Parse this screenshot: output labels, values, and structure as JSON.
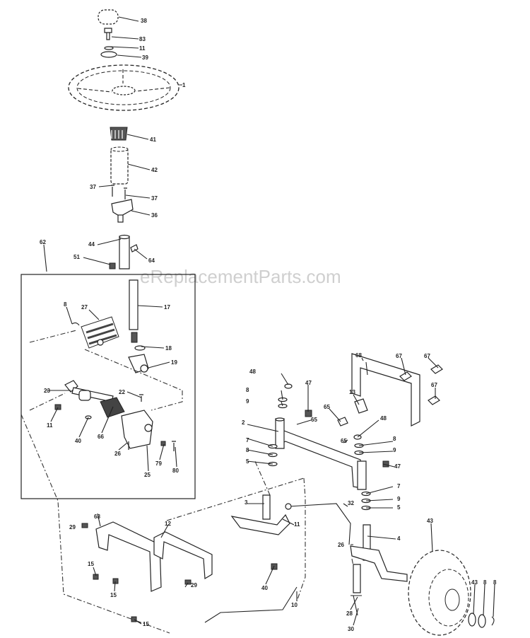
{
  "watermark": "eReplacementParts.com",
  "callouts": {
    "c38a": "38",
    "c83": "83",
    "c11a": "11",
    "c39": "39",
    "c1": "1",
    "c41": "41",
    "c42": "42",
    "c37a": "37",
    "c37b": "37",
    "c36": "36",
    "c62": "62",
    "c44": "44",
    "c51": "51",
    "c64": "64",
    "c17": "17",
    "c8a": "8",
    "c27": "27",
    "c18": "18",
    "c19": "19",
    "c23": "23",
    "c22": "22",
    "c11b": "11",
    "c40a": "40",
    "c66": "66",
    "c26": "26",
    "c79": "79",
    "c80": "80",
    "c25": "25",
    "c68": "68",
    "c67a": "67",
    "c67b": "67",
    "c67c": "67",
    "c48a": "48",
    "c8b": "8",
    "c9a": "9",
    "c47a": "47",
    "c13": "13",
    "c65a": "65",
    "c65b": "65",
    "c2": "2",
    "c48b": "48",
    "c8c": "8",
    "c7a": "7",
    "c8d": "8",
    "c5a": "5",
    "c65c": "65",
    "c9b": "9",
    "c47b": "47",
    "c7b": "7",
    "c9c": "9",
    "c5b": "5",
    "c32": "32",
    "c3": "3",
    "c11c": "11",
    "c4": "4",
    "c29a": "29",
    "c68b": "68",
    "c12": "12",
    "c15a": "15",
    "c15b": "15",
    "c15c": "15",
    "c29b": "29",
    "c40b": "40",
    "c26b": "26",
    "c28": "28",
    "c30": "30",
    "c10": "10",
    "c43a": "43",
    "c43b": "43",
    "c8e": "8",
    "c8f": "8"
  }
}
